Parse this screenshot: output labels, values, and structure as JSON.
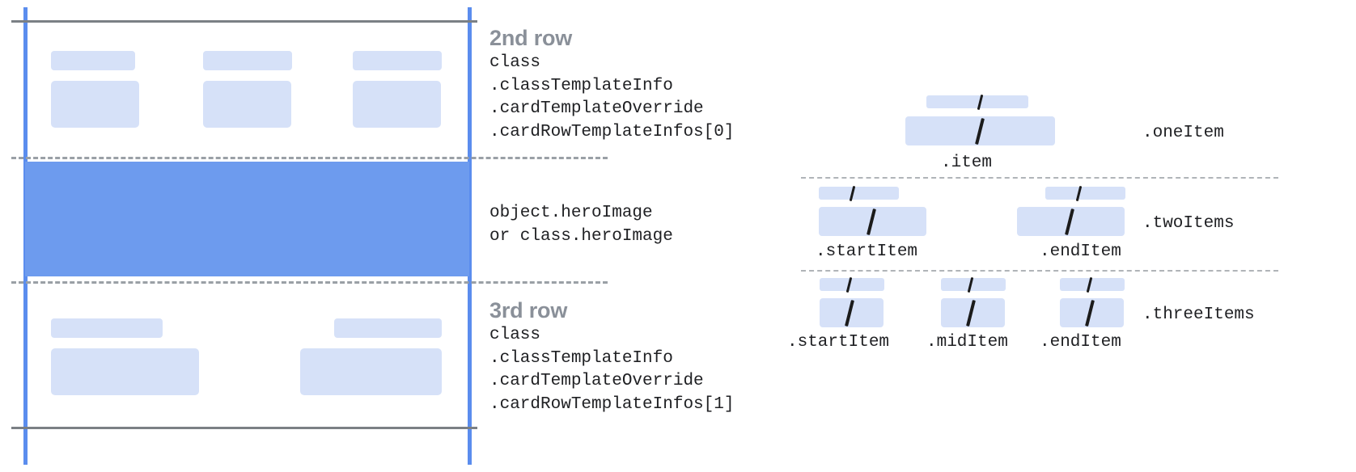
{
  "diagram": {
    "title_hidden": "",
    "left_panel": {
      "name": "card-rows-preview",
      "rows": [
        {
          "id": "second-row",
          "title": "2nd row",
          "code_lines": [
            "class",
            ".classTemplateInfo",
            ".cardTemplateOverride",
            ".cardRowTemplateInfos[0]"
          ],
          "cells": 3
        },
        {
          "id": "hero-row",
          "title": "",
          "code_lines": [
            "object.heroImage",
            "or class.heroImage"
          ],
          "cells": 0
        },
        {
          "id": "third-row",
          "title": "3rd row",
          "code_lines": [
            "class",
            ".classTemplateInfo",
            ".cardTemplateOverride",
            ".cardRowTemplateInfos[1]"
          ],
          "cells": 2
        }
      ]
    },
    "right_panel": {
      "name": "row-item-variants",
      "variants": [
        {
          "id": "one-item",
          "label": ".oneItem",
          "items": [
            {
              "label": ".item"
            }
          ]
        },
        {
          "id": "two-items",
          "label": ".twoItems",
          "items": [
            {
              "label": ".startItem"
            },
            {
              "label": ".endItem"
            }
          ]
        },
        {
          "id": "three-items",
          "label": ".threeItems",
          "items": [
            {
              "label": ".startItem"
            },
            {
              "label": ".midItem"
            },
            {
              "label": ".endItem"
            }
          ]
        }
      ]
    },
    "colors": {
      "guide_line_blue": "#5b8dee",
      "hero_blue": "#6d9bee",
      "placeholder_blue": "#d6e1f8",
      "edge_gray": "#7b8085",
      "dashed_gray": "#9aa0a6",
      "title_gray": "#8a9099",
      "code_text": "#202124"
    }
  }
}
